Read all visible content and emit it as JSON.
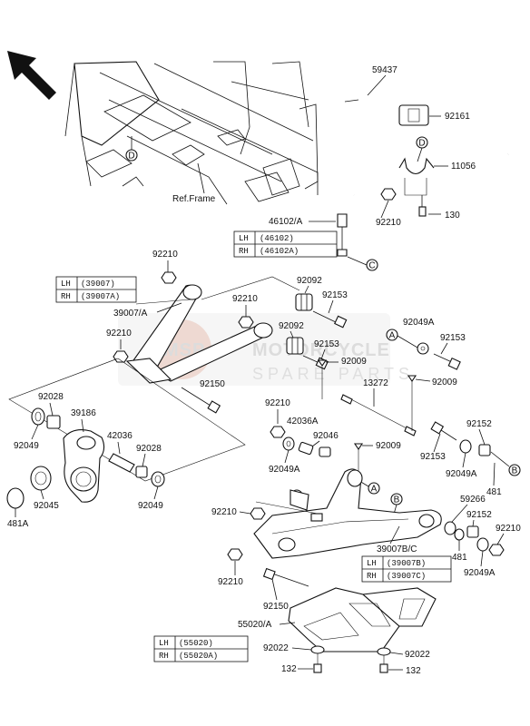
{
  "diagram": {
    "ref_frame_label": "Ref.Frame",
    "callouts": {
      "A": "A",
      "B": "B",
      "C": "C",
      "D": "D"
    },
    "watermark": {
      "line1": "MOTORCYCLE",
      "line2": "SPARE PARTS",
      "badge": "MSP"
    },
    "boxes": {
      "box_46102": [
        [
          "LH",
          "(46102)"
        ],
        [
          "RH",
          "(46102A)"
        ]
      ],
      "box_39007": [
        [
          "LH",
          "(39007)"
        ],
        [
          "RH",
          "(39007A)"
        ]
      ],
      "box_39007B": [
        [
          "LH",
          "(39007B)"
        ],
        [
          "RH",
          "(39007C)"
        ]
      ],
      "box_55020": [
        [
          "LH",
          "(55020)"
        ],
        [
          "RH",
          "(55020A)"
        ]
      ]
    },
    "parts": {
      "p59437": "59437",
      "p92161": "92161",
      "p11056": "11056",
      "p130": "130",
      "p92210_a": "92210",
      "p46102A": "46102/A",
      "p92210_b": "92210",
      "p92092_a": "92092",
      "p92153_a": "92153",
      "p39007A": "39007/A",
      "p92210_c": "92210",
      "p92092_b": "92092",
      "p92153_b": "92153",
      "p92049A_a": "92049A",
      "p92153_c": "92153",
      "p92210_d": "92210",
      "p92009_a": "92009",
      "p92009_b": "92009",
      "p13272": "13272",
      "p92150_a": "92150",
      "p92028_a": "92028",
      "p39186": "39186",
      "p92049_a": "92049",
      "p42036": "42036",
      "p92028_b": "92028",
      "p92210_e": "92210",
      "p42036A": "42036A",
      "p92046": "92046",
      "p92049A_b": "92049A",
      "p92009_c": "92009",
      "p92152_a": "92152",
      "p92153_d": "92153",
      "p92049A_c": "92049A",
      "p481_a": "481",
      "p92045": "92045",
      "p481A": "481A",
      "p92049_b": "92049",
      "p92210_f": "92210",
      "p59266": "59266",
      "p92152_b": "92152",
      "p92210_g": "92210",
      "p481_b": "481",
      "p39007BC": "39007B/C",
      "p92049A_d": "92049A",
      "p92210_h": "92210",
      "p92150_b": "92150",
      "p55020A": "55020/A",
      "p92022_a": "92022",
      "p92022_b": "92022",
      "p132_a": "132",
      "p132_b": "132"
    }
  }
}
